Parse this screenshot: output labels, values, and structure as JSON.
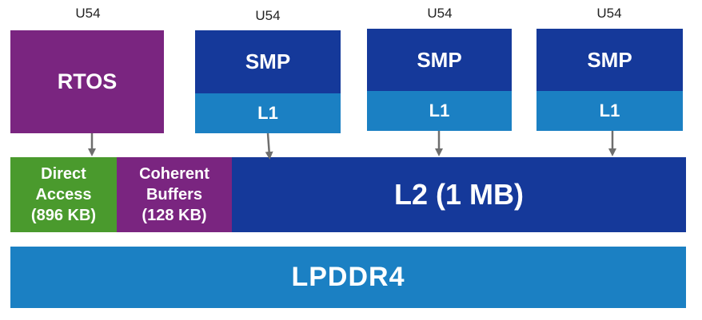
{
  "cores": [
    {
      "core_label": "U54",
      "mode": "RTOS"
    },
    {
      "core_label": "U54",
      "mode": "SMP",
      "cache": "L1"
    },
    {
      "core_label": "U54",
      "mode": "SMP",
      "cache": "L1"
    },
    {
      "core_label": "U54",
      "mode": "SMP",
      "cache": "L1"
    }
  ],
  "memory": {
    "direct_access": [
      "Direct",
      "Access",
      "(896 KB)"
    ],
    "coherent_buffers": [
      "Coherent",
      "Buffers",
      "(128 KB)"
    ],
    "l2": "L2 (1 MB)",
    "lpddr": "LPDDR4"
  },
  "colors": {
    "rtos": "#7a2580",
    "smp": "#15399a",
    "l1": "#1b80c3",
    "direct_access": "#4a9a2d",
    "coherent_buffers": "#7a2580",
    "l2": "#15399a",
    "lpddr": "#1b80c3",
    "arrow": "#6e6e6e"
  }
}
